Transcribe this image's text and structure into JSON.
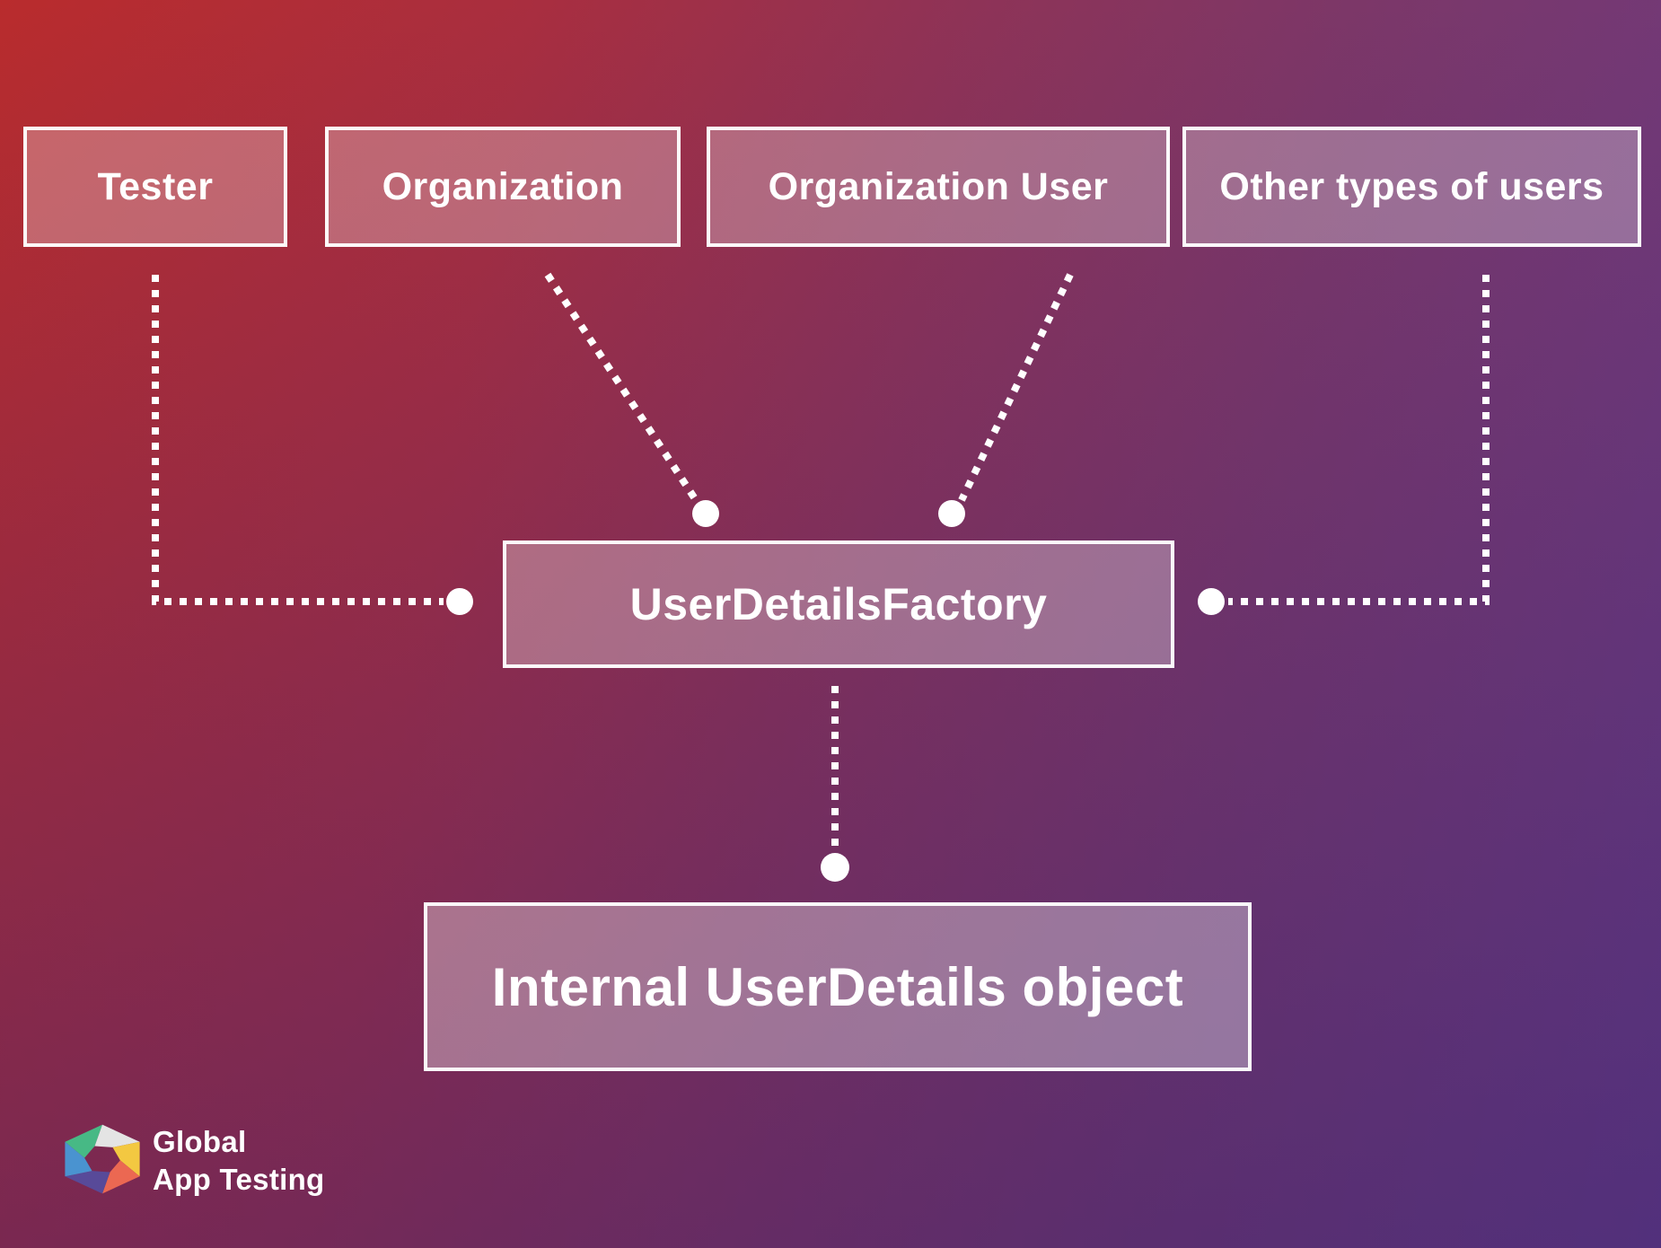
{
  "diagram": {
    "sources": [
      {
        "id": "tester",
        "label": "Tester"
      },
      {
        "id": "organization",
        "label": "Organization"
      },
      {
        "id": "organization-user",
        "label": "Organization User"
      },
      {
        "id": "other-users",
        "label": "Other types of users"
      }
    ],
    "factory": {
      "label": "UserDetailsFactory"
    },
    "output": {
      "label": "Internal UserDetails object"
    },
    "connections": [
      {
        "from": "Tester",
        "to": "UserDetailsFactory",
        "style": "dotted-elbow"
      },
      {
        "from": "Organization",
        "to": "UserDetailsFactory",
        "style": "dotted-diagonal"
      },
      {
        "from": "Organization User",
        "to": "UserDetailsFactory",
        "style": "dotted-diagonal"
      },
      {
        "from": "Other types of users",
        "to": "UserDetailsFactory",
        "style": "dotted-elbow"
      },
      {
        "from": "UserDetailsFactory",
        "to": "Internal UserDetails object",
        "style": "dotted-vertical"
      }
    ]
  },
  "branding": {
    "name_line1": "Global",
    "name_line2": "App Testing"
  },
  "colors": {
    "bg_top_left": "#b92c2d",
    "bg_top_right": "#6e3a7e",
    "bg_bottom_left": "#8d3353",
    "bg_bottom_right": "#4a3c88",
    "box_fill": "rgba(255,255,255,0.3)",
    "box_border": "#ffffff",
    "text": "#ffffff",
    "connector": "#ffffff",
    "logo_green": "#47b985",
    "logo_gray": "#e4e4e4",
    "logo_yellow": "#f3c841",
    "logo_salmon": "#eb6852",
    "logo_purple": "#584a99",
    "logo_blue": "#4a93d0"
  }
}
